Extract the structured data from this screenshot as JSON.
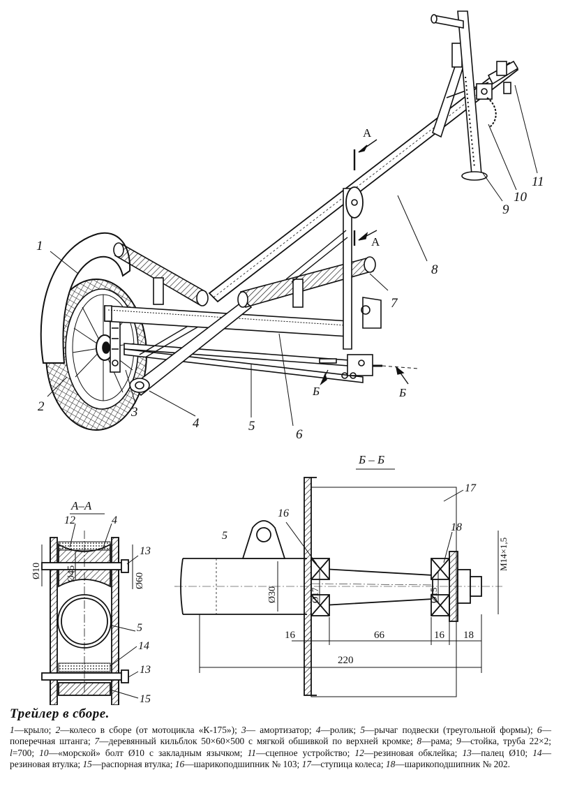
{
  "title": "Трейлер в сборе.",
  "section_labels": {
    "aa_arrow_upper": "А",
    "aa_arrow_lower": "А",
    "bb_arrow_left": "Б",
    "bb_arrow_right": "Б",
    "aa_title": "А–А",
    "bb_title": "Б – Б"
  },
  "callouts": {
    "c1": "1",
    "c2": "2",
    "c3": "3",
    "c4": "4",
    "c5": "5",
    "c6": "6",
    "c7": "7",
    "c8": "8",
    "c9": "9",
    "c10": "10",
    "c11": "11",
    "aa_12": "12",
    "aa_4": "4",
    "aa_13a": "13",
    "aa_5": "5",
    "aa_14": "14",
    "aa_13b": "13",
    "aa_15": "15",
    "bb_5": "5",
    "bb_16": "16",
    "bb_17": "17",
    "bb_18": "18"
  },
  "dimensions": {
    "aa_d10": "Ø10",
    "aa_d45": "Ø45",
    "aa_d60": "Ø60",
    "bb_d30": "Ø30",
    "bb_d17": "Ø17",
    "bb_d15": "Ø15",
    "bb_m14": "M14×1,5",
    "bb_16a": "16",
    "bb_66": "66",
    "bb_16b": "16",
    "bb_18": "18",
    "bb_220": "220"
  },
  "legend": [
    {
      "num": "1",
      "text": "—крыло; "
    },
    {
      "num": "2",
      "text": "—колесо в сборе (от мотоцикла «К-175»); "
    },
    {
      "num": "3",
      "text": "— амортизатор; "
    },
    {
      "num": "4",
      "text": "—ролик; "
    },
    {
      "num": "5",
      "text": "—рычаг подвески (треугольной формы); "
    },
    {
      "num": "6",
      "text": "—поперечная штанга; "
    },
    {
      "num": "7",
      "text": "—деревянный кильблок 50×60×500 с мягкой обшивкой по верхней кромке; "
    },
    {
      "num": "8",
      "text": "—рама; "
    },
    {
      "num": "9",
      "text": "—стойка, труба 22×2; "
    },
    {
      "num": "l",
      "text": "=700; "
    },
    {
      "num": "10",
      "text": "—«морской» болт Ø10 с закладным язычком; "
    },
    {
      "num": "11",
      "text": "—сцепное устройство; "
    },
    {
      "num": "12",
      "text": "—резиновая обклейка; "
    },
    {
      "num": "13",
      "text": "—палец Ø10; "
    },
    {
      "num": "14",
      "text": "—резиновая втулка; "
    },
    {
      "num": "15",
      "text": "—распорная втулка; "
    },
    {
      "num": "16",
      "text": "—шарикоподшипник № 103; "
    },
    {
      "num": "17",
      "text": "—ступица колеса; "
    },
    {
      "num": "18",
      "text": "—шарикоподшипник № 202."
    }
  ]
}
